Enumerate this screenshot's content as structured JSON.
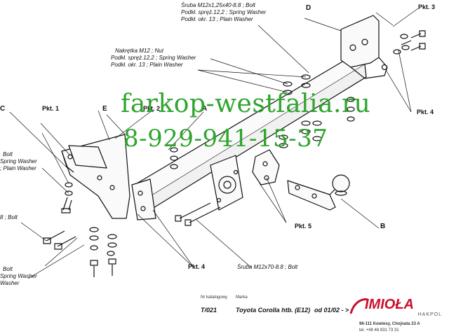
{
  "callouts": {
    "bolt_top": [
      "Śruba M12x1,25x40-8.8 ;  Bolt",
      "Podkł. spręż.12,2 ; Spring Washer",
      "Podkł. okr. 13 ; Plain Washer"
    ],
    "nut_mid": [
      "Nakrętka  M12 ; Nut",
      "Podkł. spręż.12,2 ; Spring Washer",
      "Podkł. okr. 13 ; Plain Washer"
    ],
    "left_mid": [
      "Bolt",
      "Spring Washer",
      "; Plain Washer"
    ],
    "left_low": [
      "8 ;  Bolt"
    ],
    "left_bottom": [
      "Bolt",
      "Spring Washer",
      "Washer"
    ],
    "bolt_bottom": "Śruba M12x70-8.8 ;  Bolt"
  },
  "parts": {
    "pkt1": "Pkt. 1",
    "pkt2": "Pkt. 2",
    "pkt3": "Pkt. 3",
    "pkt4a": "Pkt. 4",
    "pkt4b": "Pkt. 4",
    "pkt5": "Pkt. 5",
    "a": "A",
    "b": "B",
    "c": "C",
    "d": "D",
    "e": "E"
  },
  "watermark": {
    "site": "farkop-westfalia.ru",
    "phone": "8-929-941-15-37",
    "color": "#2ea52e"
  },
  "footer": {
    "catalog_label": "Nr katalogowy",
    "marka_label": "Marka",
    "catalog_no": "T/021",
    "vehicle": "Toyota Corolla htb. (E12)",
    "date": "od  01/02 - >",
    "address": "96-111 Kowiesy, Chojnata 23 A",
    "phone": "tel. +48 46 831 73 31"
  },
  "logo": {
    "name": "IMIOŁA",
    "sub": "HAKPOL",
    "color": "#c8102e"
  }
}
